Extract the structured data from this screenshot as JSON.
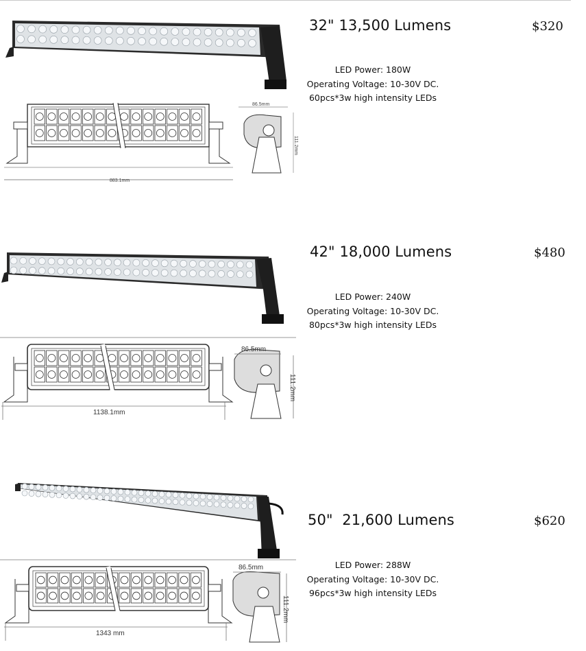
{
  "products": [
    {
      "title": "32\" 13,500 Lumens",
      "price": "$320",
      "specs": {
        "power": "LED Power: 180W",
        "voltage": "Operating Voltage: 10-30V DC.",
        "leds": "60pcs*3w high intensity LEDs"
      },
      "drawing": {
        "length": "883.1mm",
        "depth": "86.5mm",
        "height": "111.2mm"
      }
    },
    {
      "title": "42\" 18,000 Lumens",
      "price": "$480",
      "specs": {
        "power": "LED Power: 240W",
        "voltage": "Operating Voltage: 10-30V DC.",
        "leds": "80pcs*3w high intensity LEDs"
      },
      "drawing": {
        "length": "1138.1mm",
        "depth": "86.5mm",
        "height": "111.2mm"
      }
    },
    {
      "title": "50\"  21,600 Lumens",
      "price": "$620",
      "specs": {
        "power": "LED Power: 288W",
        "voltage": "Operating Voltage: 10-30V DC.",
        "leds": "96pcs*3w high intensity LEDs"
      },
      "drawing": {
        "length": "1343 mm",
        "depth": "86.5mm",
        "height": "111.2mm"
      }
    }
  ]
}
